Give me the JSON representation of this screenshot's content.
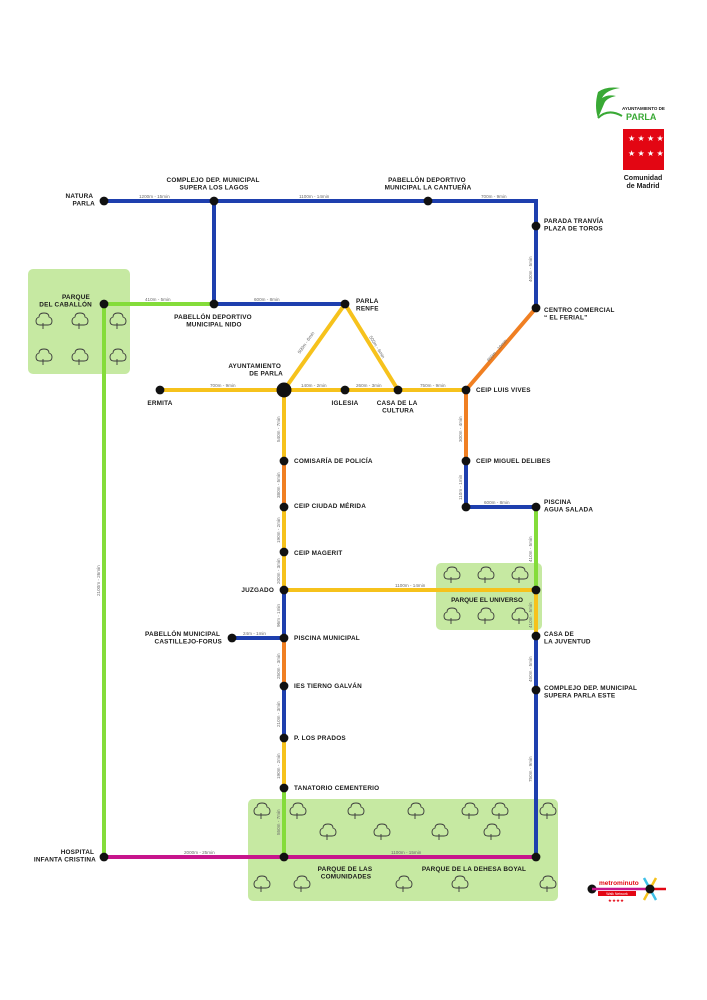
{
  "colors": {
    "blue": "#1e3fae",
    "yellow": "#f6c21c",
    "orange": "#f07f22",
    "green": "#84dc3a",
    "magenta": "#c7158c",
    "park": "#c6e9a2",
    "station": "#111111"
  },
  "logos": {
    "parla_top": "AYUNTAMIENTO DE",
    "parla_name": "PARLA",
    "madrid_line1": "Comunidad",
    "madrid_line2": "de Madrid",
    "metrominuto_name": "metrominuto",
    "metrominuto_tag": "Walk Network"
  },
  "parks": [
    {
      "name": "PARQUE DEL CABALLÓN"
    },
    {
      "name": "PARQUE EL UNIVERSO"
    },
    {
      "name": "PARQUE DE LAS COMUNIDADES"
    },
    {
      "name": "PARQUE DE LA DEHESA BOYAL"
    }
  ],
  "stations": [
    {
      "id": "natura",
      "lines": [
        "NATURA",
        "PARLA"
      ]
    },
    {
      "id": "supera_lagos",
      "lines": [
        "COMPLEJO DEP. MUNICIPAL",
        "SUPERA LOS LAGOS"
      ]
    },
    {
      "id": "cantuena",
      "lines": [
        "PABELLÓN DEPORTIVO",
        "MUNICIPAL LA CANTUEÑA"
      ]
    },
    {
      "id": "plaza_toros",
      "lines": [
        "PARADA TRANVÍA",
        "PLAZA DE TOROS"
      ]
    },
    {
      "id": "caballon",
      "lines": [
        "PARQUE",
        "DEL CABALLÓN"
      ]
    },
    {
      "id": "nido",
      "lines": [
        "PABELLÓN DEPORTIVO",
        "MUNICIPAL NIDO"
      ]
    },
    {
      "id": "renfe",
      "lines": [
        "PARLA",
        "RENFE"
      ]
    },
    {
      "id": "el_ferial",
      "lines": [
        "CENTRO COMERCIAL",
        "“ EL FERIAL”"
      ]
    },
    {
      "id": "ayuntamiento",
      "lines": [
        "AYUNTAMIENTO",
        "DE PARLA"
      ]
    },
    {
      "id": "ermita",
      "lines": [
        "ERMITA"
      ]
    },
    {
      "id": "iglesia",
      "lines": [
        "IGLESIA"
      ]
    },
    {
      "id": "casa_cultura",
      "lines": [
        "CASA DE LA",
        "CULTURA"
      ]
    },
    {
      "id": "luis_vives",
      "lines": [
        "CEIP LUIS VIVES"
      ]
    },
    {
      "id": "comisaria",
      "lines": [
        "COMISARÍA DE POLICÍA"
      ]
    },
    {
      "id": "miguel_delibes",
      "lines": [
        "CEIP MIGUEL DELIBES"
      ]
    },
    {
      "id": "ciudad_merida",
      "lines": [
        "CEIP CIUDAD MÉRIDA"
      ]
    },
    {
      "id": "agua_salada",
      "lines": [
        "PISCINA",
        "AGUA SALADA"
      ]
    },
    {
      "id": "magerit",
      "lines": [
        "CEIP MAGERIT"
      ]
    },
    {
      "id": "juzgado",
      "lines": [
        "JUZGADO"
      ]
    },
    {
      "id": "castillejo",
      "lines": [
        "PABELLÓN MUNICIPAL",
        "CASTILLEJO-FORUS"
      ]
    },
    {
      "id": "piscina_municipal",
      "lines": [
        "PISCINA MUNICIPAL"
      ]
    },
    {
      "id": "casa_juventud",
      "lines": [
        "CASA DE",
        "LA JUVENTUD"
      ]
    },
    {
      "id": "tierno_galvan",
      "lines": [
        "IES TIERNO GALVÁN"
      ]
    },
    {
      "id": "supera_este",
      "lines": [
        "COMPLEJO DEP. MUNICIPAL",
        "SUPERA PARLA ESTE"
      ]
    },
    {
      "id": "los_prados",
      "lines": [
        "P. LOS PRADOS"
      ]
    },
    {
      "id": "tanatorio",
      "lines": [
        "TANATORIO CEMENTERIO"
      ]
    },
    {
      "id": "hospital",
      "lines": [
        "HOSPITAL",
        "INFANTA CRISTINA"
      ]
    },
    {
      "id": "comunidades",
      "lines": [
        "PARQUE DE LAS",
        "COMUNIDADES"
      ]
    },
    {
      "id": "dehesa",
      "lines": [
        "PARQUE DE LA DEHESA BOYAL"
      ]
    }
  ],
  "segments": [
    {
      "label": "1200m - 15min",
      "color": "blue"
    },
    {
      "label": "1100m - 14min",
      "color": "blue"
    },
    {
      "label": "700m - 9min",
      "color": "blue"
    },
    {
      "label": "400m - 5min",
      "color": "blue"
    },
    {
      "label": "410m - 5min",
      "color": "green"
    },
    {
      "label": "600m - 8min",
      "color": "blue"
    },
    {
      "label": "800m - 10min",
      "color": "orange"
    },
    {
      "label": "500m - 6min",
      "color": "yellow"
    },
    {
      "label": "500m - 6min",
      "color": "yellow"
    },
    {
      "label": "700m - 9min",
      "color": "yellow"
    },
    {
      "label": "140m - 2min",
      "color": "yellow"
    },
    {
      "label": "260m - 3min",
      "color": "yellow"
    },
    {
      "label": "750m - 9min",
      "color": "yellow"
    },
    {
      "label": "300m - 4min",
      "color": "orange"
    },
    {
      "label": "110m - 1min",
      "color": "blue"
    },
    {
      "label": "600m - 8min",
      "color": "blue"
    },
    {
      "label": "410m - 5min",
      "color": "green"
    },
    {
      "label": "540m - 7min",
      "color": "yellow"
    },
    {
      "label": "380m - 5min",
      "color": "orange"
    },
    {
      "label": "190m - 2min",
      "color": "yellow"
    },
    {
      "label": "200m - 3min",
      "color": "yellow"
    },
    {
      "label": "1100m - 14min",
      "color": "yellow"
    },
    {
      "label": "410m - 5min",
      "color": "yellow"
    },
    {
      "label": "24m - 1min",
      "color": "blue"
    },
    {
      "label": "96m - 1min",
      "color": "blue"
    },
    {
      "label": "250m - 3min",
      "color": "orange"
    },
    {
      "label": "450m - 5min",
      "color": "blue"
    },
    {
      "label": "210m - 3min",
      "color": "blue"
    },
    {
      "label": "190m - 2min",
      "color": "yellow"
    },
    {
      "label": "550m - 7min",
      "color": "green"
    },
    {
      "label": "2100m - 26min",
      "color": "green"
    },
    {
      "label": "2000m - 25min",
      "color": "magenta"
    },
    {
      "label": "1100m - 15min",
      "color": "magenta"
    },
    {
      "label": "750m - 9min",
      "color": "blue"
    }
  ]
}
